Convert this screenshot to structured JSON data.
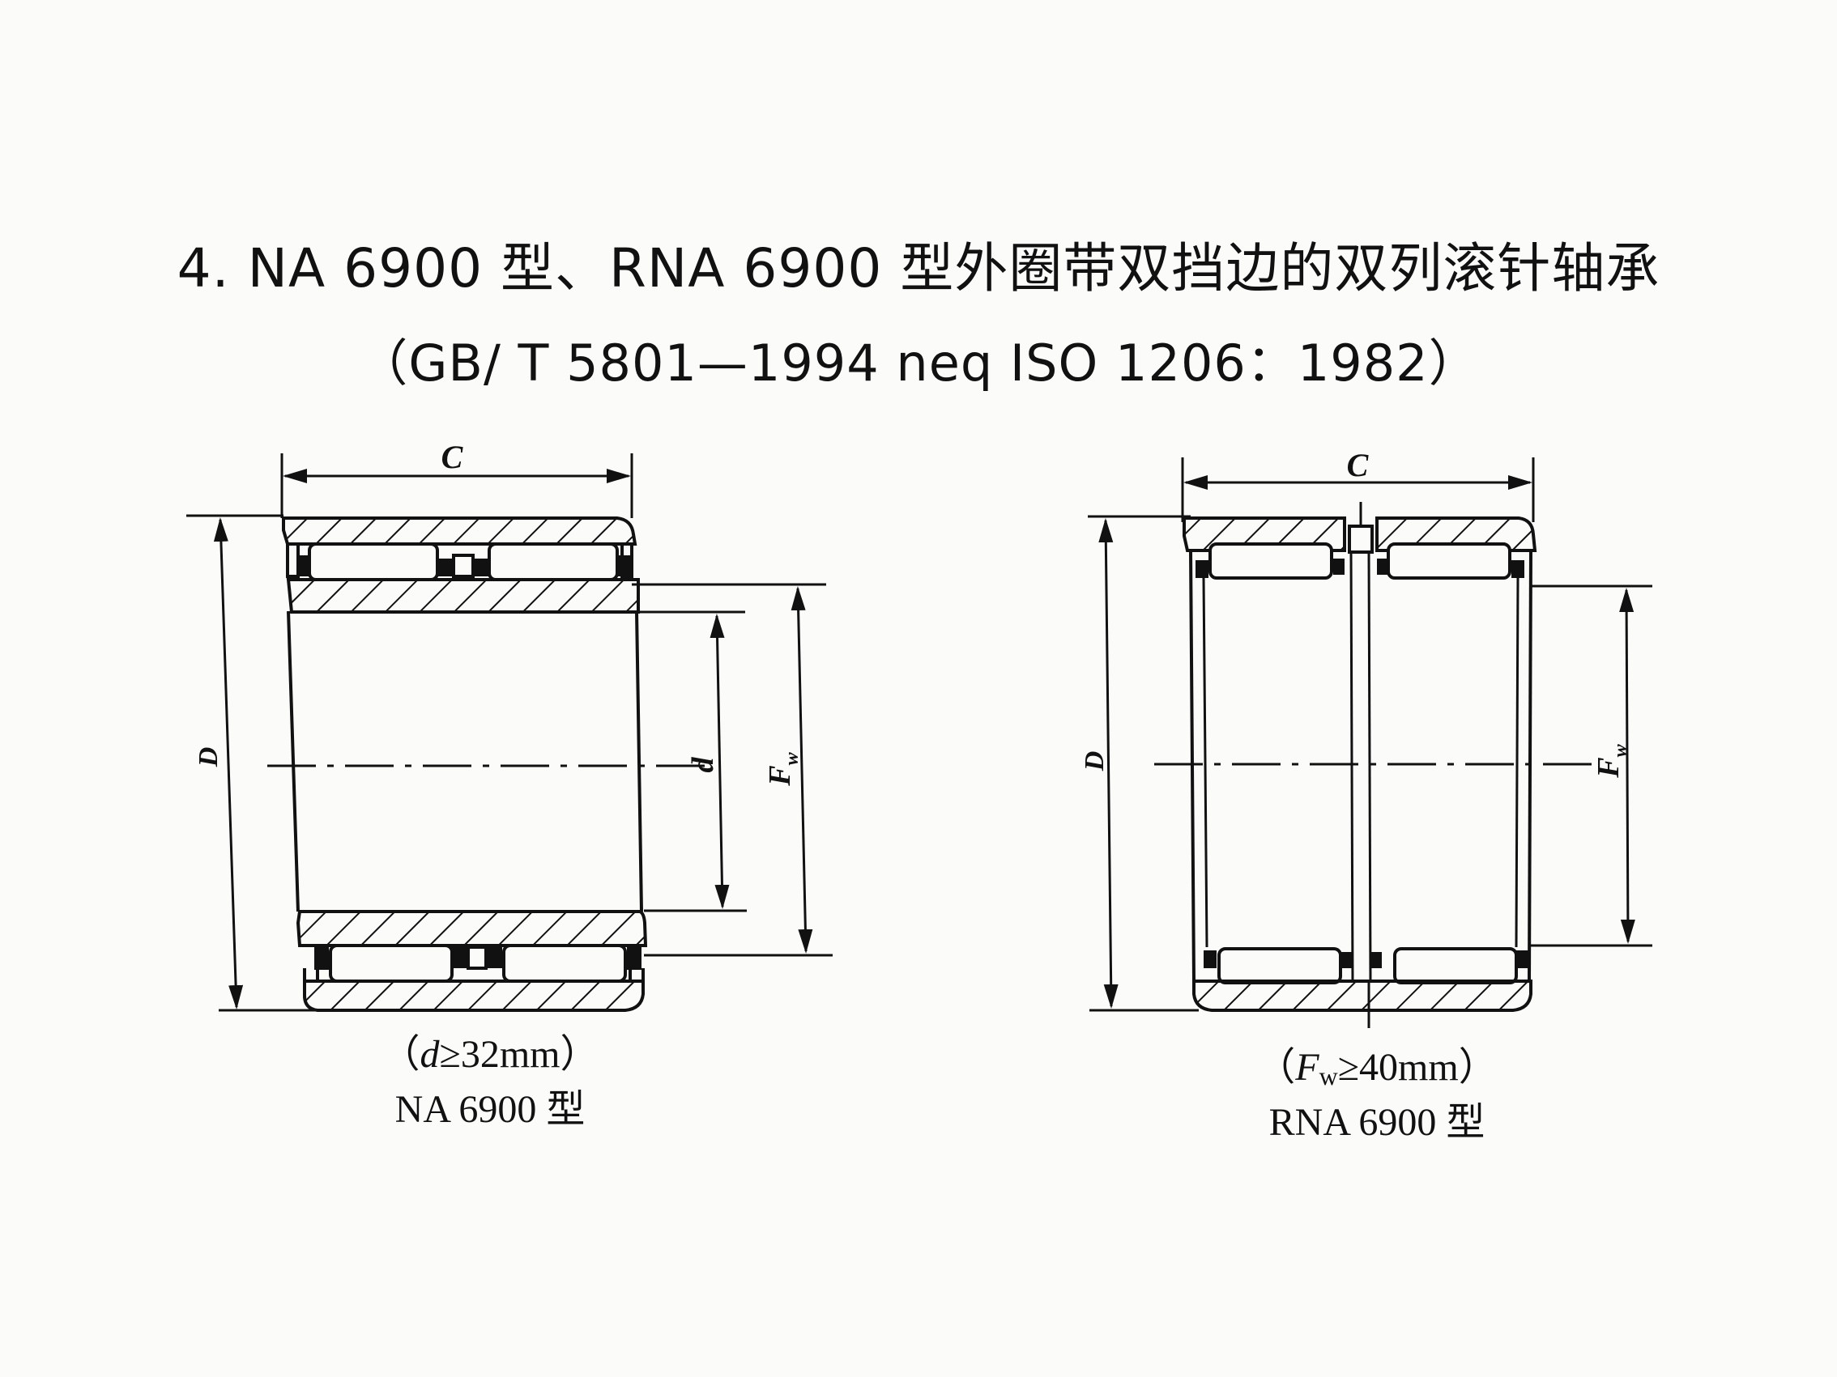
{
  "title": "4. NA 6900 型、RNA 6900 型外圈带双挡边的双列滚针轴承",
  "subtitle": "（GB/ T 5801—1994    neq  ISO  1206：1982）",
  "figures": {
    "na": {
      "condition_open": "（",
      "condition_symbol": "d",
      "condition_rest": "≥32mm）",
      "type_label": "NA 6900 型",
      "dims": {
        "C": "C",
        "D": "D",
        "d": "d",
        "Fw_main": "F",
        "Fw_sub": "w"
      }
    },
    "rna": {
      "condition_open": "（",
      "condition_symbol": "F",
      "condition_sub": "w",
      "condition_rest": "≥40mm）",
      "type_label": "RNA 6900 型",
      "dims": {
        "C": "C",
        "D": "D",
        "Fw_main": "F",
        "Fw_sub": "w"
      }
    }
  },
  "colors": {
    "ink": "#111111",
    "paper": "#fbfbf9"
  }
}
